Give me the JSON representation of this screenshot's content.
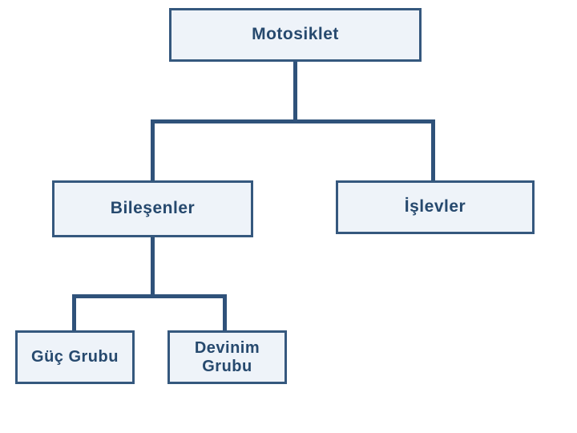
{
  "diagram": {
    "type": "tree",
    "description": "Hierarchy diagram of a motorcycle: root node with two children, one of which has two children",
    "hierarchy": {
      "root": "Motosiklet",
      "children": [
        {
          "label": "Bileşenler",
          "children": [
            "Güç Grubu",
            "Devinim Grubu"
          ]
        },
        {
          "label": "İşlevler",
          "children": []
        }
      ]
    }
  },
  "nodes": {
    "root": {
      "label": "Motosiklet"
    },
    "level2a": {
      "label": "Bileşenler"
    },
    "level2b": {
      "label": "İşlevler"
    },
    "level3a": {
      "label": "Güç Grubu"
    },
    "level3b": {
      "label": "Devinim Grubu"
    }
  },
  "colors": {
    "background": "#FFFFFF",
    "node_fill": "#EEF3F9",
    "node_border": "#35587E",
    "node_text": "#26496E",
    "connector_line": "#2F527A"
  }
}
